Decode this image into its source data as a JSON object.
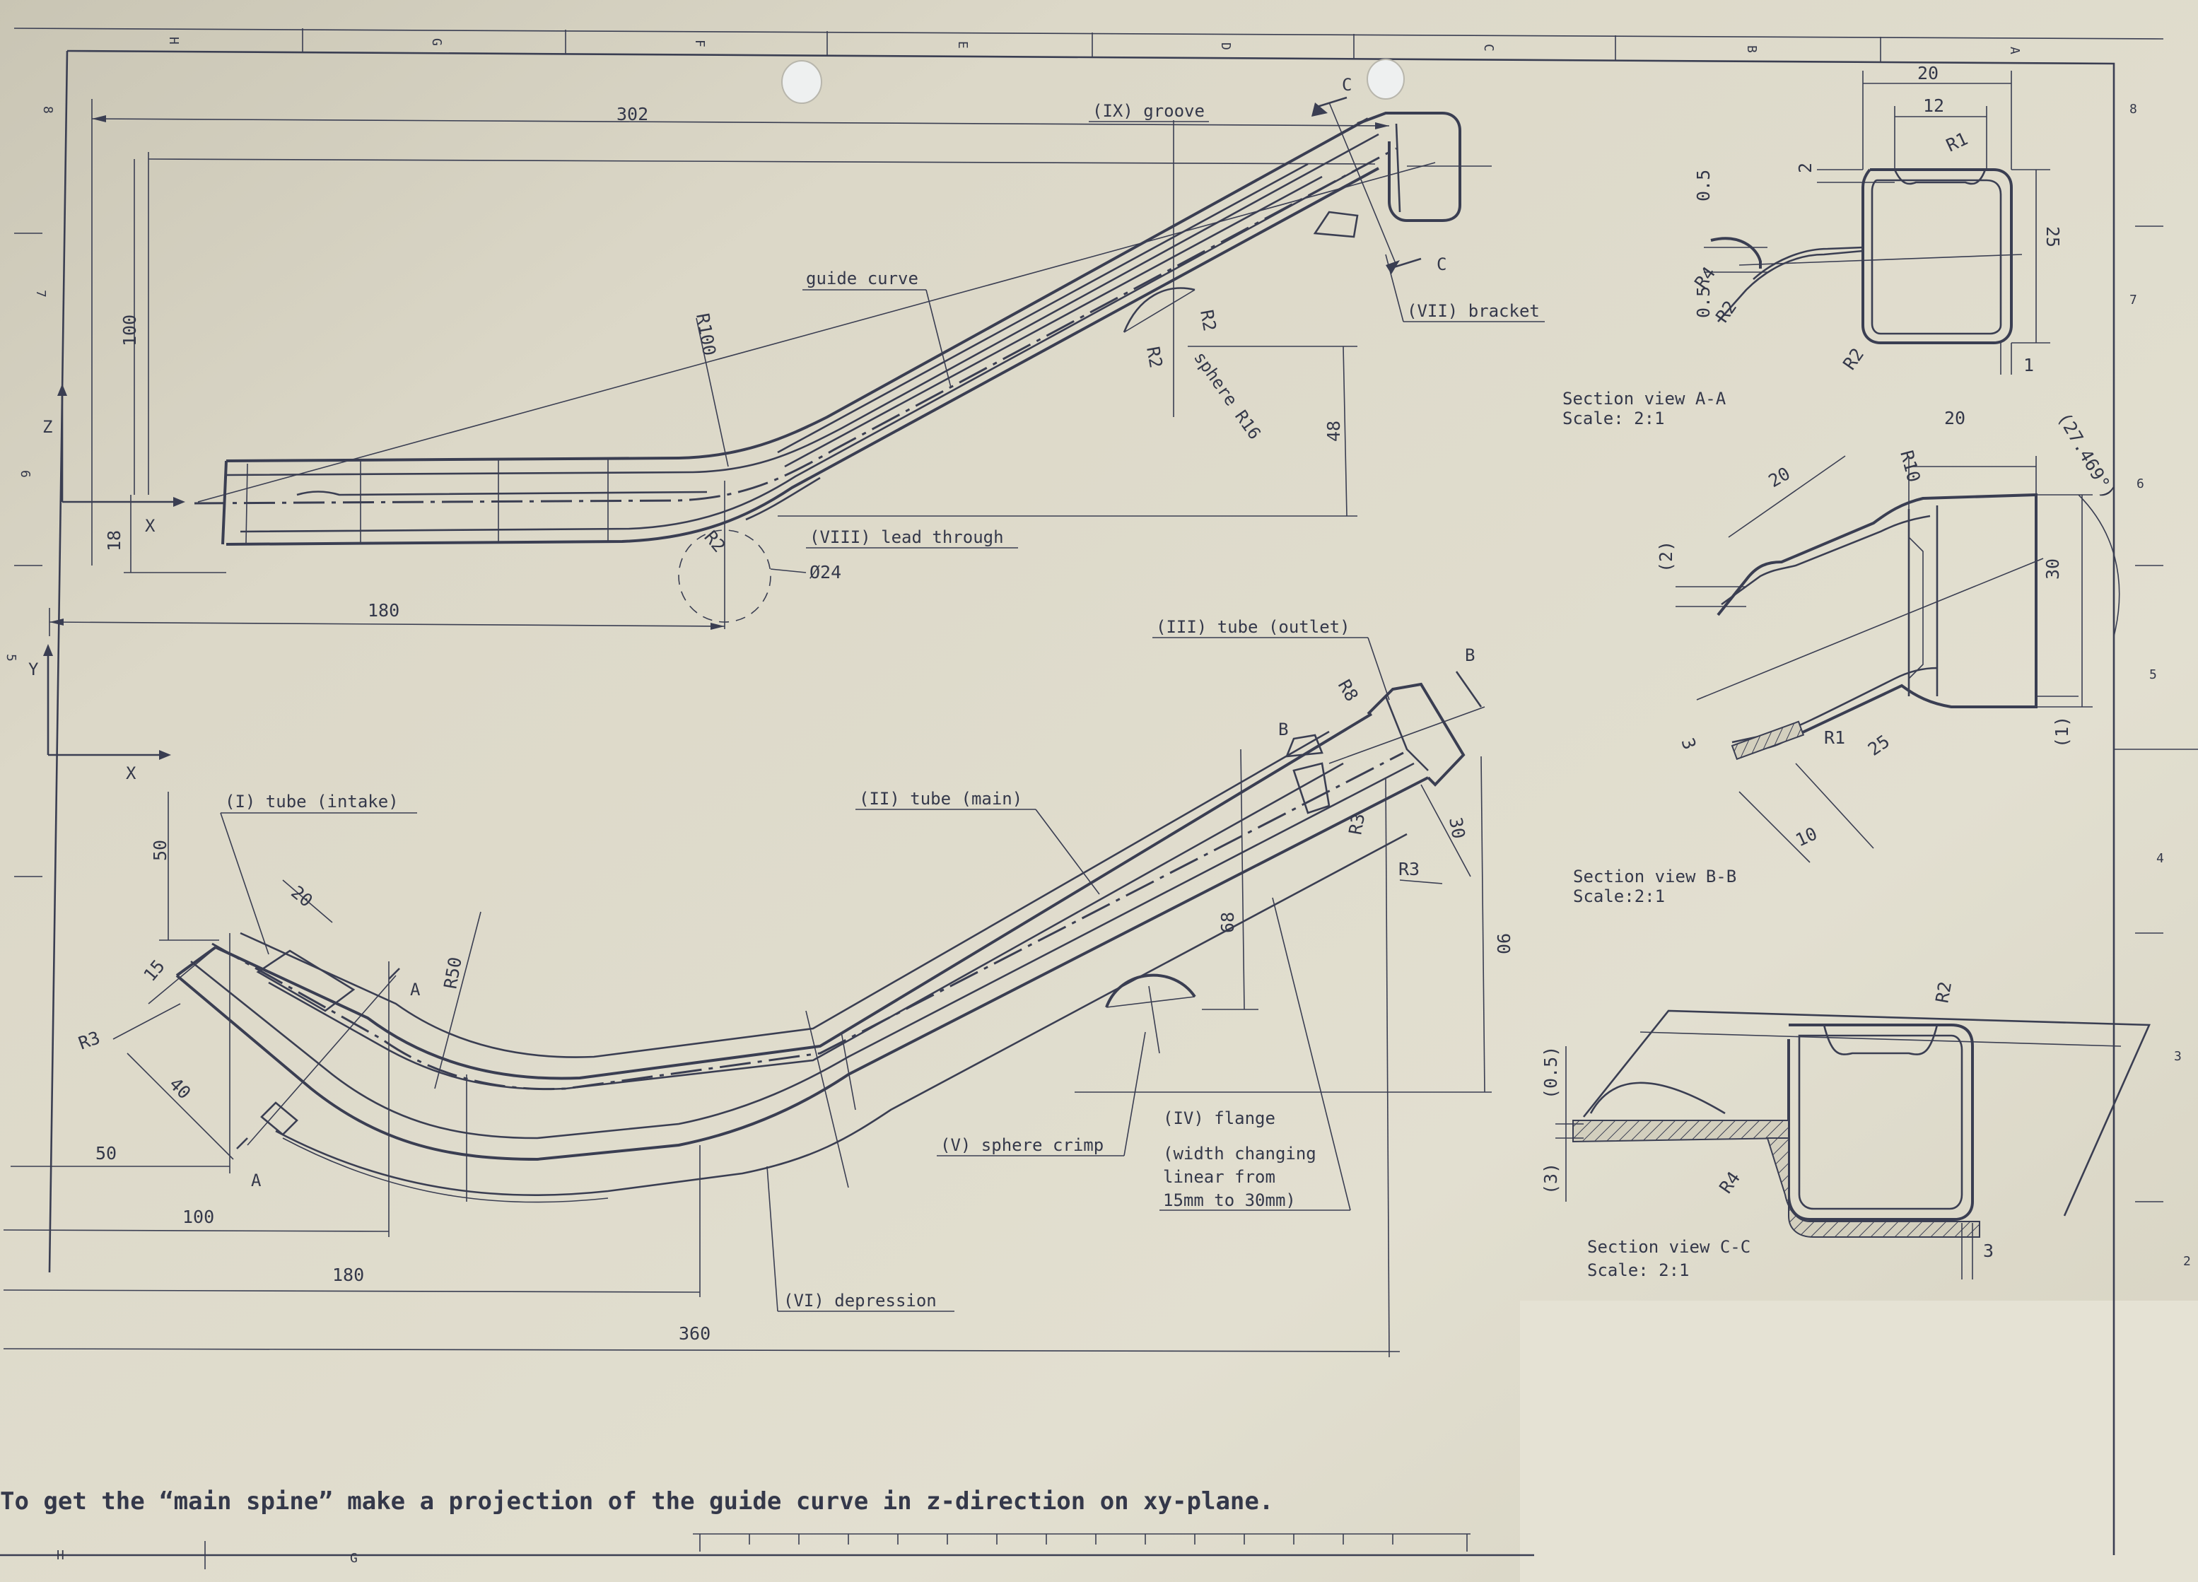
{
  "frame": {
    "zones_top": [
      "H",
      "G",
      "F",
      "E",
      "D",
      "C",
      "B",
      "A"
    ],
    "zones_side": [
      "8",
      "7",
      "6",
      "5",
      "4",
      "3",
      "2"
    ],
    "zones_bottom": [
      "H",
      "G"
    ]
  },
  "top_view": {
    "labels": {
      "groove": "(IX) groove",
      "bracket": "(VII) bracket",
      "guide_curve": "guide curve",
      "sphere": "sphere R16",
      "lead_through": "(VIII) lead through"
    },
    "dims": {
      "d302": "302",
      "d100": "100",
      "d18": "18",
      "d180": "180",
      "d48": "48",
      "r100": "R100",
      "r2a": "R2",
      "r2b": "R2",
      "r2c": "R2",
      "dia24": "Ø24"
    },
    "cut_mark": "C",
    "axes": {
      "z": "Z",
      "x": "X"
    }
  },
  "front_view": {
    "labels": {
      "outlet": "(III) tube (outlet)",
      "intake": "(I) tube (intake)",
      "main": "(II) tube (main)",
      "flange": "(IV) flange",
      "flange_note_1": "(width changing",
      "flange_note_2": "linear from",
      "flange_note_3": "15mm to 30mm)",
      "crimp": "(V) sphere crimp",
      "depression": "(VI) depression"
    },
    "dims": {
      "d50v": "50",
      "d20": "20",
      "d15": "15",
      "r3a": "R3",
      "r3b": "R3",
      "r3c": "R3",
      "d40": "40",
      "r50": "R50",
      "r8": "R8",
      "d30": "30",
      "d68": "68",
      "d90": "90",
      "d50h": "50",
      "d100": "100",
      "d180": "180",
      "d360": "360"
    },
    "cut_a": "A",
    "cut_b": "B",
    "axes": {
      "y": "Y",
      "x": "X"
    }
  },
  "section_aa": {
    "title": "Section view A-A",
    "scale": "Scale:  2:1",
    "dims": {
      "w20": "20",
      "w12": "12",
      "r1": "R1",
      "d2": "2",
      "d05a": "0.5",
      "d05b": "0.5",
      "r4": "R4",
      "r2a": "R2",
      "r2b": "R2",
      "h25": "25",
      "d1": "1"
    }
  },
  "section_bb": {
    "title": "Section view B-B",
    "scale": "Scale:2:1",
    "dims": {
      "d20a": "20",
      "d20b": "20",
      "r10": "R10",
      "ang": "(27.469°)",
      "d2": "(2)",
      "d30": "30",
      "d1": "(1)",
      "d3": "3",
      "r1": "R1",
      "d25": "25",
      "d10": "10"
    }
  },
  "section_cc": {
    "title": "Section view C-C",
    "scale": "Scale:  2:1",
    "dims": {
      "r2": "R2",
      "d05": "(0.5)",
      "d3p": "(3)",
      "r4": "R4",
      "d3": "3"
    }
  },
  "footer_note": "To get the “main spine” make a projection of the guide curve in z-direction on xy-plane."
}
